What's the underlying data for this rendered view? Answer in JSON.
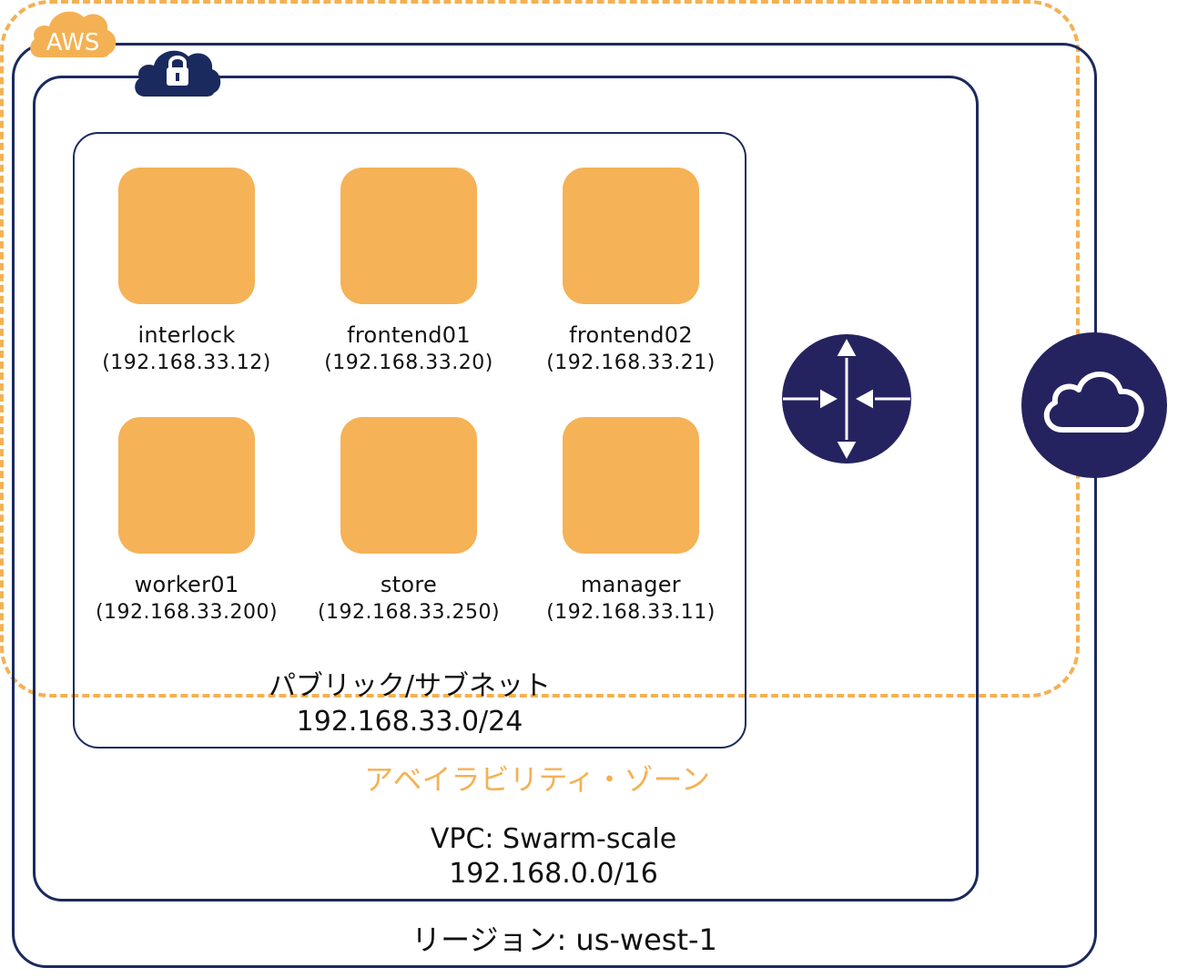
{
  "badges": {
    "aws": "AWS",
    "aws_color": "#f4b153",
    "vpc_lock_color": "#1b2a5e"
  },
  "region": {
    "label": "リージョン: us-west-1"
  },
  "vpc": {
    "name": "VPC: Swarm-scale",
    "cidr": "192.168.0.0/16"
  },
  "availability_zone": {
    "label": "アベイラビリティ・ゾーン",
    "color": "#f4b153"
  },
  "subnet": {
    "label": "パブリック/サブネット",
    "cidr": "192.168.33.0/24"
  },
  "instances": [
    {
      "name": "interlock",
      "ip": "(192.168.33.12)"
    },
    {
      "name": "frontend01",
      "ip": "(192.168.33.20)"
    },
    {
      "name": "frontend02",
      "ip": "(192.168.33.21)"
    },
    {
      "name": "worker01",
      "ip": "(192.168.33.200)"
    },
    {
      "name": "store",
      "ip": "(192.168.33.250)"
    },
    {
      "name": "manager",
      "ip": "(192.168.33.11)"
    }
  ],
  "icons": {
    "router": "router-icon",
    "internet_gateway": "cloud-icon",
    "instance": "ec2-instance-icon",
    "colors": {
      "navy": "#1b2a5e",
      "instance_orange": "#f5b257"
    }
  }
}
